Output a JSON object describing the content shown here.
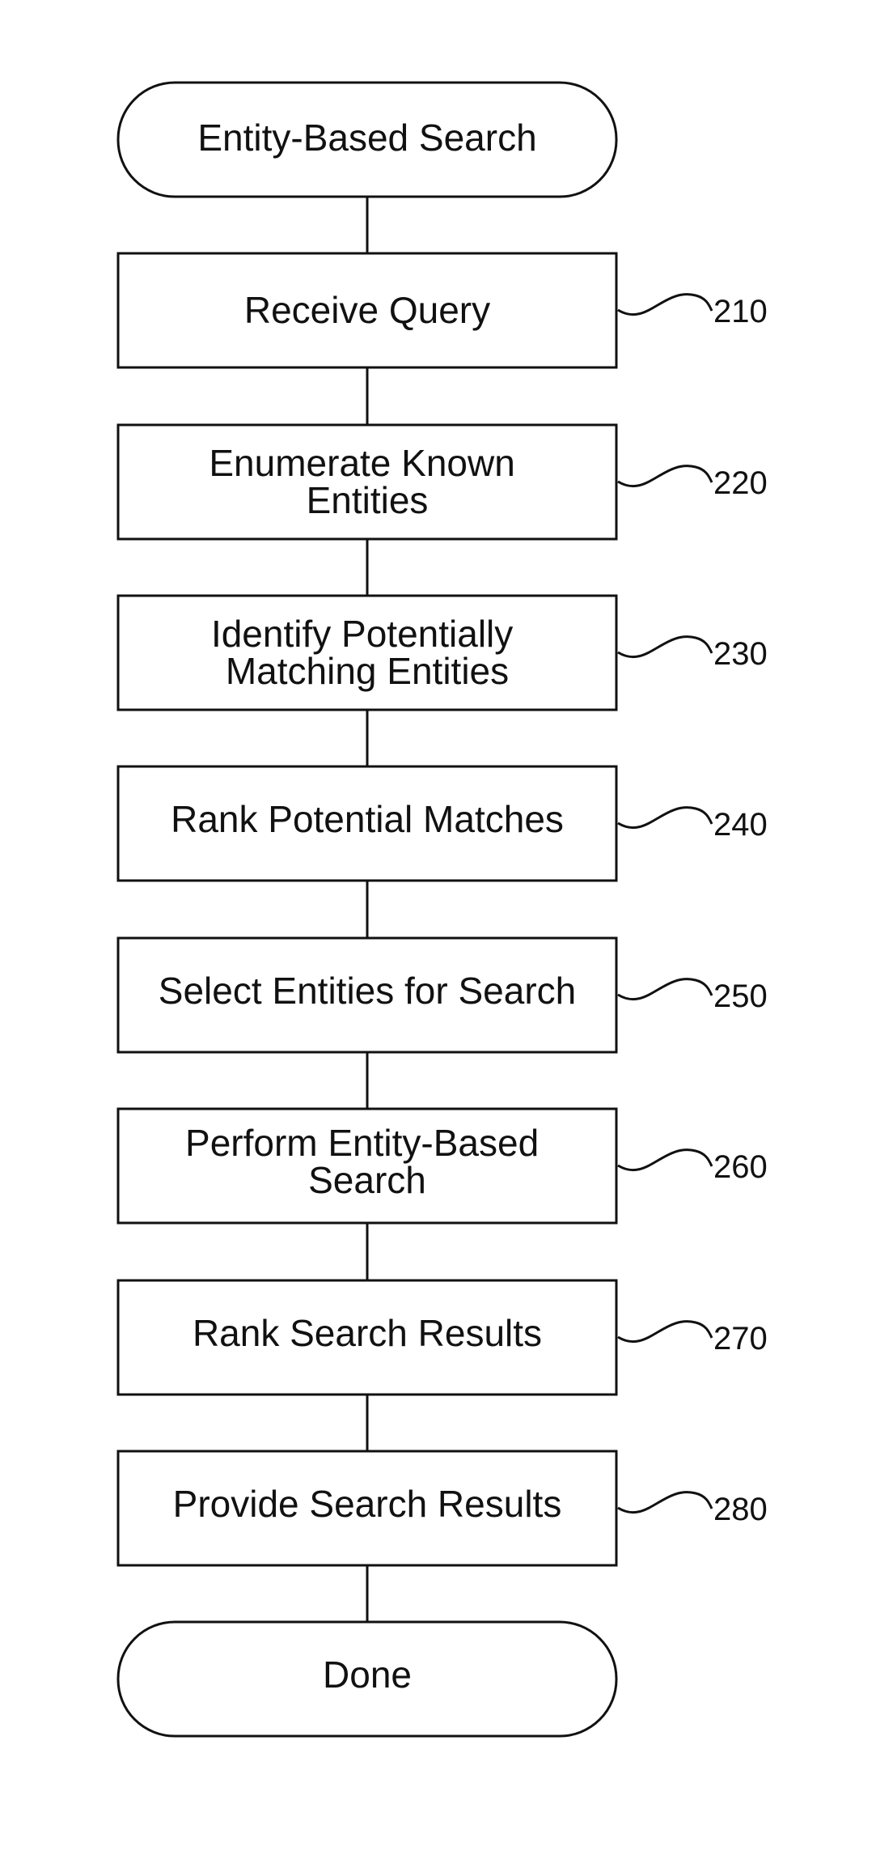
{
  "flowchart": {
    "start": {
      "label": "Entity-Based Search"
    },
    "steps": [
      {
        "lines": [
          "Receive Query"
        ],
        "ref": "210"
      },
      {
        "lines": [
          "Enumerate Known",
          "Entities"
        ],
        "ref": "220"
      },
      {
        "lines": [
          "Identify Potentially",
          "Matching Entities"
        ],
        "ref": "230"
      },
      {
        "lines": [
          "Rank Potential Matches"
        ],
        "ref": "240"
      },
      {
        "lines": [
          "Select Entities for Search"
        ],
        "ref": "250"
      },
      {
        "lines": [
          "Perform Entity-Based",
          "Search"
        ],
        "ref": "260"
      },
      {
        "lines": [
          "Rank Search Results"
        ],
        "ref": "270"
      },
      {
        "lines": [
          "Provide Search Results"
        ],
        "ref": "280"
      }
    ],
    "end": {
      "label": "Done"
    }
  }
}
